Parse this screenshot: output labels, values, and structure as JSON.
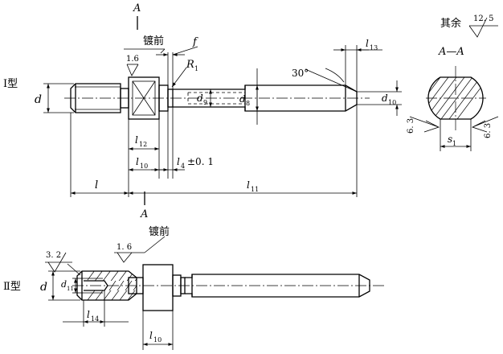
{
  "view1": {
    "type_label": "Ⅰ型",
    "section_mark_top": "A",
    "section_mark_bottom": "A",
    "plating_note": "镀前",
    "roughness": "1.6",
    "dims": {
      "d": "d",
      "d9": "d",
      "d9_sub": "9",
      "d8": "d",
      "d8_sub": "8",
      "d10": "d",
      "d10_sub": "10",
      "f": "f",
      "R1": "R",
      "R1_sub": "1",
      "angle": "30°",
      "l13": "l",
      "l13_sub": "13",
      "l12": "l",
      "l12_sub": "12",
      "l10": "l",
      "l10_sub": "10",
      "l4": "l",
      "l4_sub": "4",
      "l4_tol": "±0. 1",
      "l": "l",
      "l11": "l",
      "l11_sub": "11"
    }
  },
  "view2": {
    "type_label": "Ⅱ型",
    "plating_note": "镀前",
    "roughness_left": "3. 2",
    "roughness_mid": "1. 6",
    "dims": {
      "d": "d",
      "d11": "d",
      "d11_sub": "11",
      "l14": "l",
      "l14_sub": "14",
      "l10": "l",
      "l10_sub": "10"
    }
  },
  "section": {
    "title": "A—A",
    "other_label": "其余",
    "other_roughness": "12. 5",
    "roughness_left": "6. 3",
    "roughness_right": "6. 3",
    "s1": "s",
    "s1_sub": "1"
  }
}
